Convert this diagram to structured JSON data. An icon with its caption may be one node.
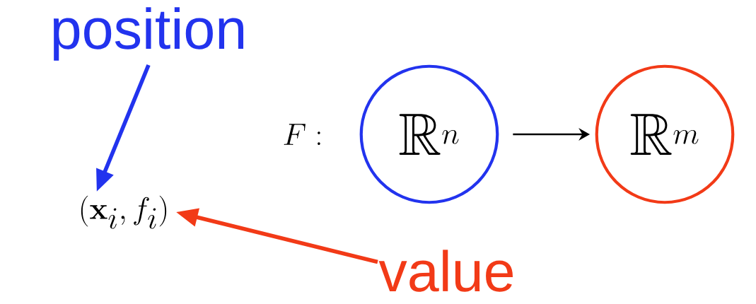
{
  "diagram": {
    "nodes": [
      {
        "text": [
          "position"
        ]
      },
      {
        "text": [
          "\\mathbb{R}^n"
        ]
      },
      {
        "text": [
          "\\mathbb{R}^m"
        ]
      },
      {
        "text": [
          "(\\mathbf{x}_i, f_i)"
        ]
      },
      {
        "text": [
          "value"
        ]
      }
    ],
    "edges": [
      {
        "from": 0,
        "to": 3,
        "arrow": "to",
        "color": "#2233ee"
      },
      {
        "from": 1,
        "to": 2,
        "arrow": "to",
        "color": "#000000"
      },
      {
        "from": 4,
        "to": 3,
        "arrow": "to",
        "color": "#f23a17"
      }
    ],
    "labels": [
      "F :"
    ]
  }
}
